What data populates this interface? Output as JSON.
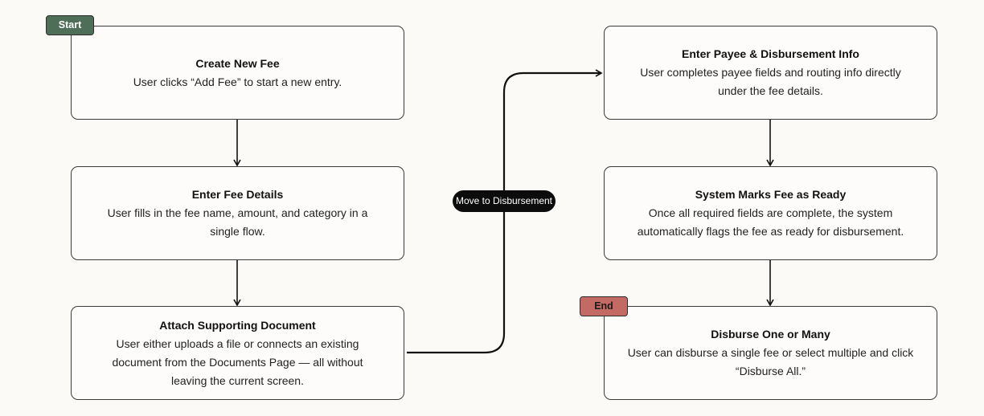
{
  "diagram": {
    "start_label": "Start",
    "end_label": "End",
    "connector_label": "Move to Disbursement",
    "steps": [
      {
        "title": "Create New Fee",
        "description": "User clicks “Add Fee” to start a new entry."
      },
      {
        "title": "Enter Fee Details",
        "description": "User fills in the fee name, amount, and category in a single flow."
      },
      {
        "title": "Attach Supporting Document",
        "description": "User either uploads a file or connects an existing document from the Documents Page — all without leaving the current screen."
      },
      {
        "title": "Enter Payee & Disbursement Info",
        "description": "User completes payee fields and routing info directly under the fee details."
      },
      {
        "title": "System Marks Fee as Ready",
        "description": "Once all required fields are complete, the system automatically flags the fee as ready for disbursement."
      },
      {
        "title": "Disburse One or Many",
        "description": "User can disburse a single fee or select multiple and click “Disburse All.”"
      }
    ],
    "colors": {
      "start_tag": "#4e6e58",
      "end_tag": "#c46a64",
      "connector_label_bg": "#0c0c0c",
      "line": "#111111",
      "background": "#fbfaf7"
    }
  }
}
